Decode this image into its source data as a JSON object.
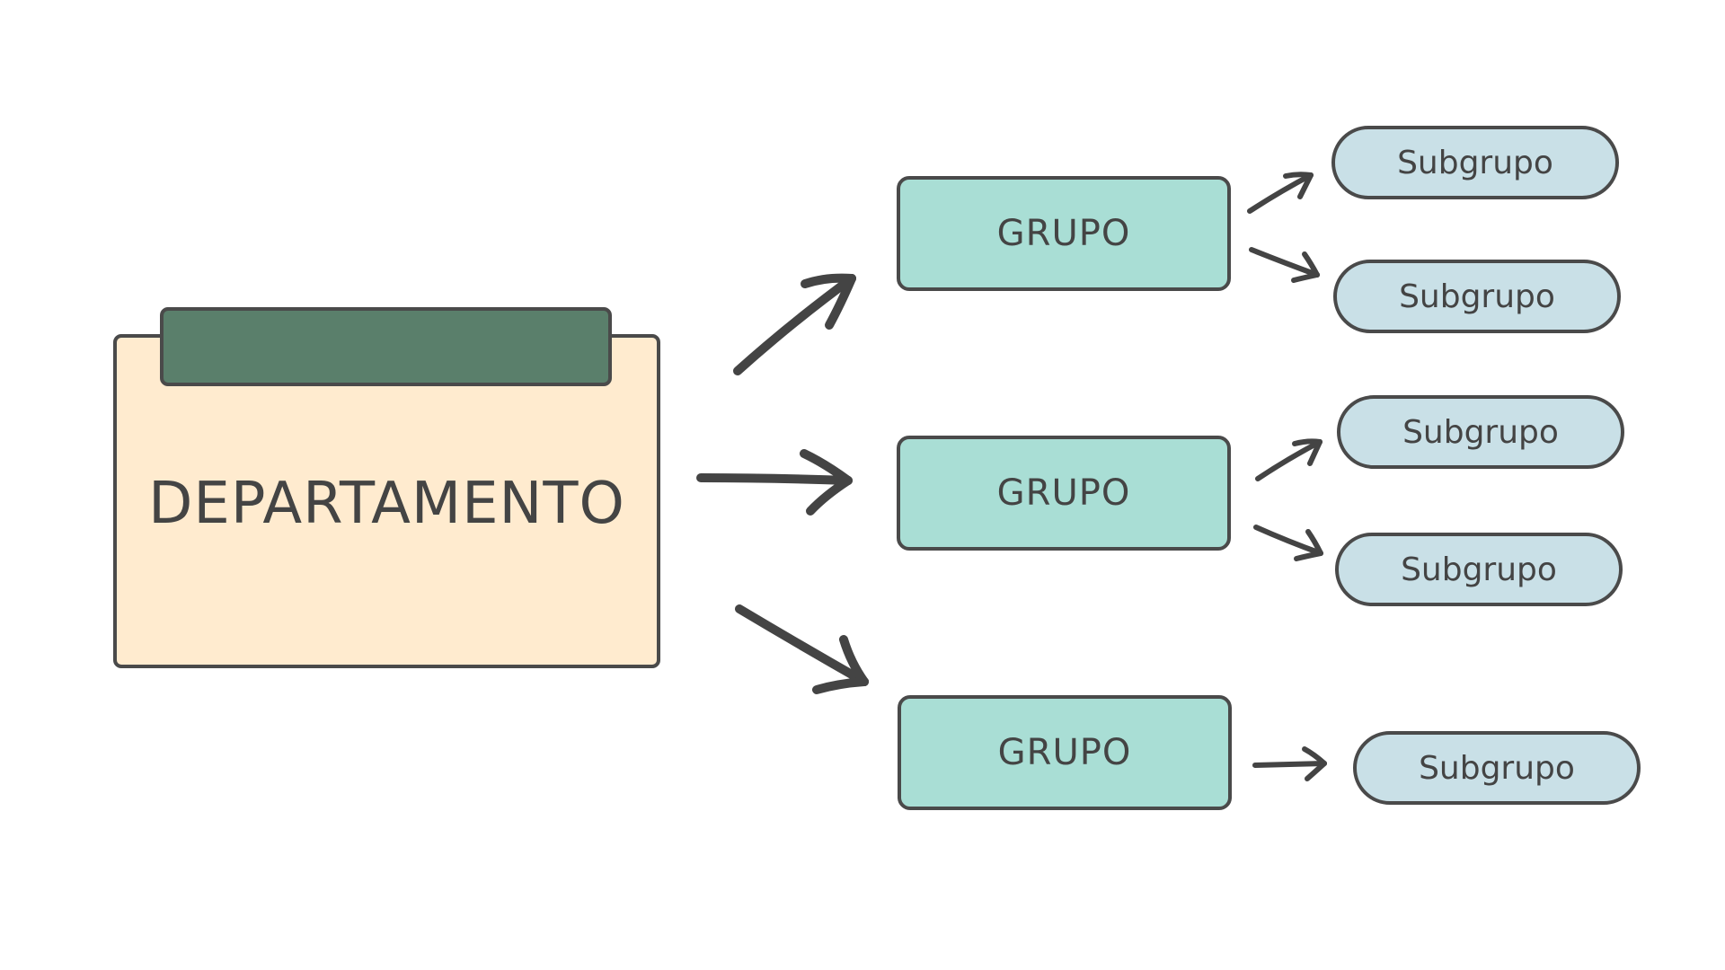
{
  "department": {
    "label": "DEPARTAMENTO"
  },
  "groups": [
    {
      "label": "GRUPO"
    },
    {
      "label": "GRUPO"
    },
    {
      "label": "GRUPO"
    }
  ],
  "subgroups": [
    {
      "label": "Subgrupo"
    },
    {
      "label": "Subgrupo"
    },
    {
      "label": "Subgrupo"
    },
    {
      "label": "Subgrupo"
    },
    {
      "label": "Subgrupo"
    }
  ],
  "colors": {
    "department_fill": "#ffebcf",
    "department_tab": "#5a7f6b",
    "group_fill": "#a9ded5",
    "subgroup_fill": "#c9e0e7",
    "outline": "#4a4a4a",
    "arrow": "#444444"
  }
}
